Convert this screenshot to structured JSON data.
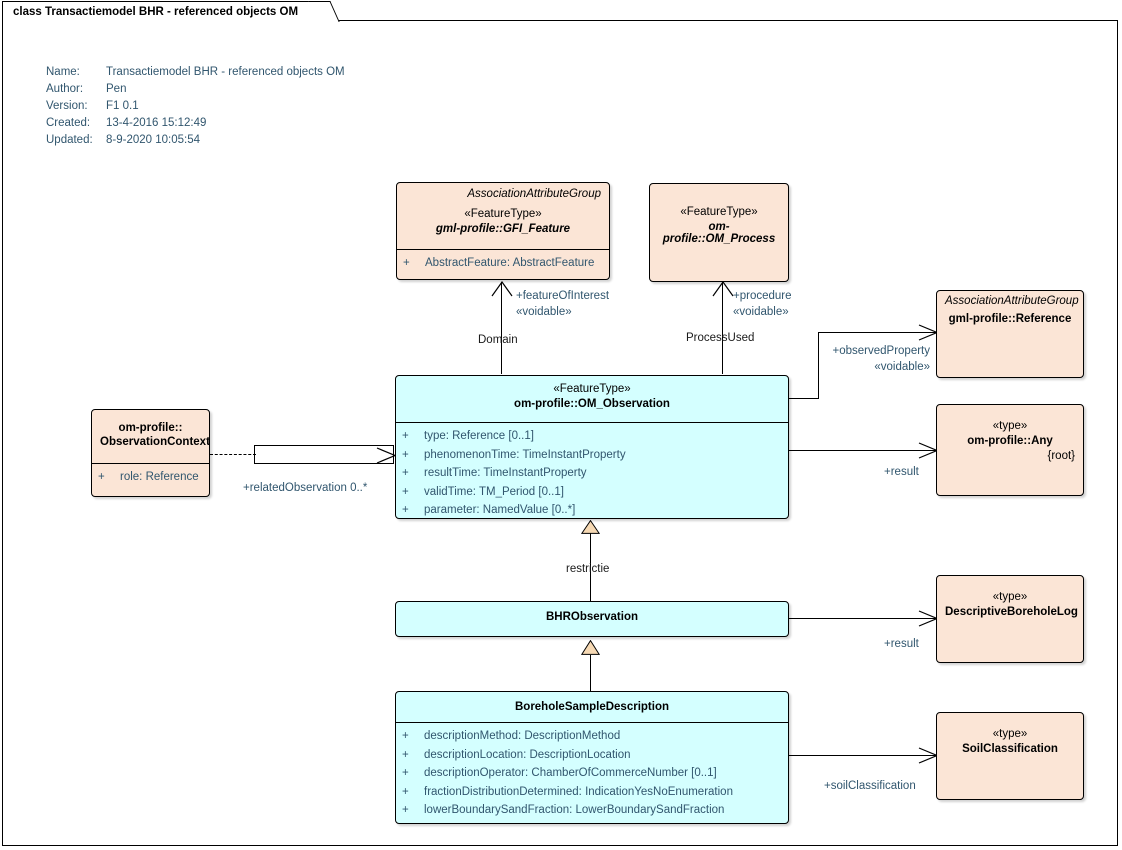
{
  "diagram": {
    "tab_title": "class Transactiemodel BHR - referenced objects OM",
    "meta": {
      "labels": {
        "name": "Name:",
        "author": "Author:",
        "version": "Version:",
        "created": "Created:",
        "updated": "Updated:"
      },
      "values": {
        "name": "Transactiemodel BHR - referenced objects OM",
        "author": "Pen",
        "version": "F1 0.1",
        "created": "13-4-2016 15:12:49",
        "updated": "8-9-2020 10:05:54"
      }
    },
    "colors": {
      "peach": "#fbe5d6",
      "cyan": "#d4ffff",
      "text_blue": "#31566e",
      "line": "#000000",
      "triangle_fill": "#f6d9b4"
    }
  },
  "classes": {
    "gfi_feature": {
      "association_attribute_group": "AssociationAttributeGroup",
      "stereotype": "«FeatureType»",
      "name": "gml-profile::GFI_Feature",
      "attributes": [
        {
          "visibility": "+",
          "text": "AbstractFeature: AbstractFeature"
        }
      ]
    },
    "om_process": {
      "stereotype": "«FeatureType»",
      "name": "om-profile::OM_Process"
    },
    "reference": {
      "association_attribute_group": "AssociationAttributeGroup",
      "name": "gml-profile::Reference"
    },
    "any": {
      "stereotype": "«type»",
      "name": "om-profile::Any",
      "root": "{root}"
    },
    "observation_context": {
      "name_line1": "om-profile::",
      "name_line2": "ObservationContext",
      "attributes": [
        {
          "visibility": "+",
          "text": "role: Reference"
        }
      ]
    },
    "om_observation": {
      "stereotype": "«FeatureType»",
      "name": "om-profile::OM_Observation",
      "attributes": [
        {
          "visibility": "+",
          "text": "type: Reference [0..1]"
        },
        {
          "visibility": "+",
          "text": "phenomenonTime: TimeInstantProperty"
        },
        {
          "visibility": "+",
          "text": "resultTime: TimeInstantProperty"
        },
        {
          "visibility": "+",
          "text": "validTime: TM_Period [0..1]"
        },
        {
          "visibility": "+",
          "text": "parameter: NamedValue [0..*]"
        }
      ]
    },
    "bhr_observation": {
      "name": "BHRObservation"
    },
    "descriptive_borehole_log": {
      "stereotype": "«type»",
      "name": "DescriptiveBoreholeLog"
    },
    "borehole_sample_description": {
      "name": "BoreholeSampleDescription",
      "attributes": [
        {
          "visibility": "+",
          "text": "descriptionMethod: DescriptionMethod"
        },
        {
          "visibility": "+",
          "text": "descriptionLocation: DescriptionLocation"
        },
        {
          "visibility": "+",
          "text": "descriptionOperator: ChamberOfCommerceNumber [0..1]"
        },
        {
          "visibility": "+",
          "text": "fractionDistributionDetermined: IndicationYesNoEnumeration"
        },
        {
          "visibility": "+",
          "text": "lowerBoundarySandFraction: LowerBoundarySandFraction"
        }
      ]
    },
    "soil_classification": {
      "stereotype": "«type»",
      "name": "SoilClassification"
    }
  },
  "connectors": {
    "feature_of_interest": {
      "role": "+featureOfInterest",
      "stereotype": "«voidable»",
      "name": "Domain"
    },
    "procedure": {
      "role": "+procedure",
      "stereotype": "«voidable»",
      "name": "ProcessUsed"
    },
    "observed_property": {
      "role": "+observedProperty",
      "stereotype": "«voidable»"
    },
    "result_any": {
      "role": "+result"
    },
    "related_observation": {
      "role": "+relatedObservation 0..*"
    },
    "restrictie": {
      "name": "restrictie"
    },
    "result_log": {
      "role": "+result"
    },
    "soil_classification": {
      "role": "+soilClassification"
    }
  }
}
